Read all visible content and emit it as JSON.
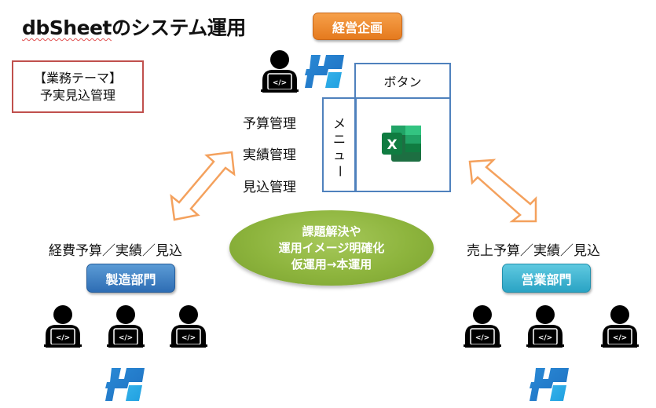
{
  "title": {
    "product": "dbSheet",
    "rest": "のシステム運用"
  },
  "theme_box": {
    "line1": "【業務テーマ】",
    "line2": "予実見込管理"
  },
  "top_department": {
    "label": "経営企画",
    "color": "#ED7D31"
  },
  "ui_mock": {
    "button_label": "ボタン",
    "menu_label": [
      "メ",
      "ニ",
      "ュ",
      "ー"
    ],
    "app_icon": "excel-icon"
  },
  "management_items": [
    "予算管理",
    "実績管理",
    "見込管理"
  ],
  "center_ellipse": {
    "lines": [
      "課題解決や",
      "運用イメージ明確化",
      "仮運用→本運用"
    ],
    "color": "#8DB43D"
  },
  "left_group": {
    "caption": "経費予算／実績／見込",
    "department": "製造部門",
    "color": "#2E75B6",
    "users": 3
  },
  "right_group": {
    "caption": "売上予算／実績／見込",
    "department": "営業部門",
    "color": "#2AA3C4",
    "users": 3
  },
  "arrow_color": "#F4A15D",
  "icons": {
    "person": "developer-person-icon",
    "logo": "dbsheet-logo-icon"
  }
}
